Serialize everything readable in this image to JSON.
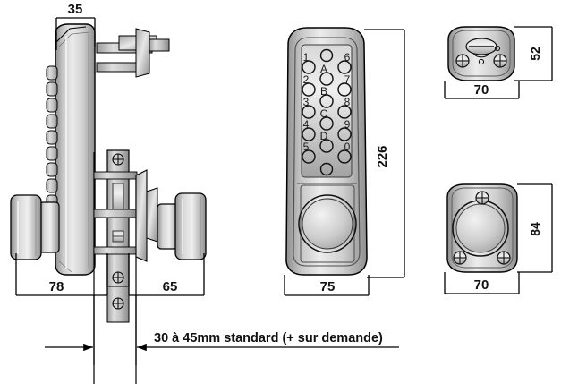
{
  "drawing": {
    "title": "Digital keypad door lock technical drawing",
    "units": "mm",
    "language": "fr"
  },
  "views": {
    "side": {
      "name": "side-elevation-view",
      "dimensions": {
        "depth_top": "35",
        "left_projection": "78",
        "right_projection": "65"
      }
    },
    "front": {
      "name": "front-keypad-view",
      "dimensions": {
        "width": "75",
        "height": "226"
      },
      "keypad": {
        "left_column": [
          "1",
          "2",
          "3",
          "4",
          "5"
        ],
        "middle_column": [
          "A",
          "B",
          "C",
          "D"
        ],
        "right_column": [
          "6",
          "7",
          "8",
          "9",
          "0"
        ]
      }
    },
    "rear_top": {
      "name": "rear-escutcheon-view",
      "dimensions": {
        "width": "70",
        "height": "52"
      }
    },
    "rear_bottom": {
      "name": "rear-knob-plate-view",
      "dimensions": {
        "width": "70",
        "height": "84"
      }
    }
  },
  "notes": {
    "door_thickness": "30 à 45mm standard (+ sur demande)"
  },
  "colors": {
    "outline": "#000000",
    "metal_light": "#e9e9e9",
    "metal_mid": "#b9b9b9",
    "metal_dark": "#8a8a8a",
    "metal_shadow": "#6f6f6f",
    "dim_text": "#111111"
  }
}
